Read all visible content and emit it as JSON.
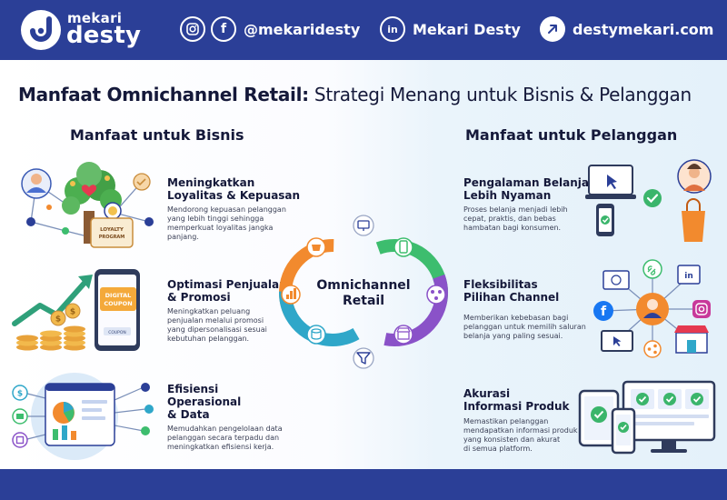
{
  "header": {
    "brand_small": "mekari",
    "brand_big": "desty",
    "instagram_handle": "@mekaridesty",
    "linkedin_name": "Mekari Desty",
    "website": "destymekari.com"
  },
  "title": {
    "bold": "Manfaat Omnichannel Retail:",
    "rest": " Strategi Menang untuk Bisnis & Pelanggan"
  },
  "center": {
    "line1": "Omnichannel",
    "line2": "Retail"
  },
  "business": {
    "heading": "Manfaat untuk Bisnis",
    "items": [
      {
        "title_1": "Meningkatkan",
        "title_2": "Loyalitas & Kepuasan",
        "title_3": "",
        "desc_1": "Mendorong kepuasan pelanggan",
        "desc_2": "yang lebih tinggi sehingga",
        "desc_3": "memperkuat loyalitas jangka",
        "desc_4": "panjang."
      },
      {
        "title_1": "Optimasi Penjualan",
        "title_2": "& Promosi",
        "title_3": "",
        "desc_1": "Meningkatkan peluang",
        "desc_2": "penjualan melalui promosi",
        "desc_3": "yang dipersonalisasi sesuai",
        "desc_4": "kebutuhan pelanggan."
      },
      {
        "title_1": "Efisiensi",
        "title_2": "Operasional",
        "title_3": "& Data",
        "desc_1": "Memudahkan pengelolaan data",
        "desc_2": "pelanggan secara terpadu dan",
        "desc_3": "meningkatkan efisiensi kerja.",
        "desc_4": ""
      }
    ],
    "loyalty_card_1": "LOYALTY",
    "loyalty_card_2": "PROGRAM",
    "coupon_1": "DIGITAL",
    "coupon_2": "COUPON",
    "coupon_button": "COUPON"
  },
  "customer": {
    "heading": "Manfaat untuk Pelanggan",
    "items": [
      {
        "title_1": "Pengalaman Belanja",
        "title_2": "Lebih Nyaman",
        "desc_1": "Proses belanja menjadi lebih",
        "desc_2": "cepat, praktis, dan bebas",
        "desc_3": "hambatan bagi konsumen."
      },
      {
        "title_1": "Fleksibilitas",
        "title_2": "Pilihan Channel",
        "desc_1": "Memberikan kebebasan bagi",
        "desc_2": "pelanggan untuk memilih saluran",
        "desc_3": "belanja yang paling sesuai."
      },
      {
        "title_1": "Akurasi",
        "title_2": "Informasi Produk",
        "desc_1": "Memastikan pelanggan",
        "desc_2": "mendapatkan informasi produk",
        "desc_3": "yang konsisten dan akurat",
        "desc_4": "di semua platform."
      }
    ]
  },
  "colors": {
    "header_bg": "#2b3f97",
    "ring_orange": "#f28a2e",
    "ring_green": "#3dbd6e",
    "ring_teal": "#2fa7c9",
    "ring_purple": "#8a52c8",
    "check_green": "#3bb56b"
  }
}
